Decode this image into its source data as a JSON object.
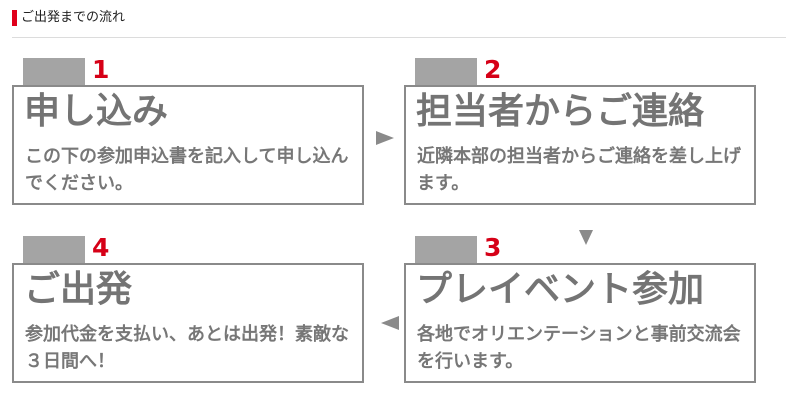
{
  "header": {
    "title": "ご出発までの流れ"
  },
  "steps": [
    {
      "number": "1",
      "title": "申し込み",
      "desc": "この下の参加申込書を記入して申し込んでください。"
    },
    {
      "number": "2",
      "title": "担当者からご連絡",
      "desc": "近隣本部の担当者からご連絡を差し上げます。"
    },
    {
      "number": "3",
      "title": "プレイベント参加",
      "desc": "各地でオリエンテーションと事前交流会を行います。"
    },
    {
      "number": "4",
      "title": "ご出発",
      "desc": "参加代金を支払い、あとは出発！素敵な３日間へ！"
    }
  ],
  "icons": {
    "arrow_right": "triangle-right",
    "arrow_down": "triangle-down",
    "arrow_left": "triangle-left"
  },
  "colors": {
    "accent": "#e0001b",
    "number": "#d60017",
    "border": "#8a8a8a",
    "tab": "#a4a4a4",
    "text": "#777777"
  }
}
